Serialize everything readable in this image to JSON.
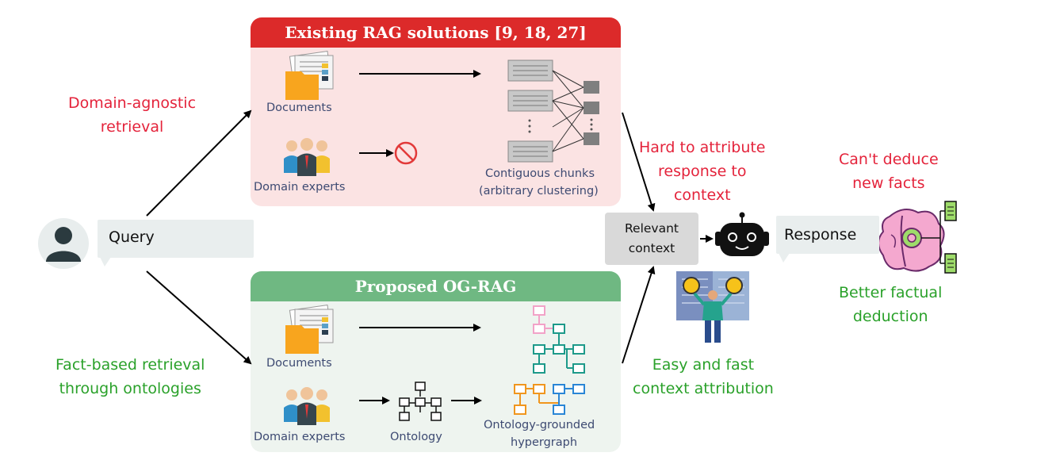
{
  "top_panel": {
    "title": "Existing RAG solutions [9, 18, 27]",
    "documents_label": "Documents",
    "experts_label": "Domain experts",
    "chunks_label_line1": "Contiguous chunks",
    "chunks_label_line2": "(arbitrary clustering)"
  },
  "bottom_panel": {
    "title": "Proposed OG-RAG",
    "documents_label": "Documents",
    "experts_label": "Domain experts",
    "ontology_label": "Ontology",
    "hypergraph_label_line1": "Ontology-grounded",
    "hypergraph_label_line2": "hypergraph"
  },
  "query": {
    "label": "Query"
  },
  "left_annotations": {
    "domain_agnostic_line1": "Domain-agnostic",
    "domain_agnostic_line2": "retrieval",
    "fact_based_line1": "Fact-based retrieval",
    "fact_based_line2": "through ontologies"
  },
  "middle_annotations": {
    "hard_line1": "Hard to attribute",
    "hard_line2": "response to",
    "hard_line3": "context",
    "easy_line1": "Easy and fast",
    "easy_line2": "context attribution"
  },
  "context_box": {
    "line1": "Relevant",
    "line2": "context"
  },
  "response": {
    "label": "Response"
  },
  "right_annotations": {
    "cant_line1": "Can't deduce",
    "cant_line2": "new facts",
    "better_line1": "Better factual",
    "better_line2": "deduction"
  },
  "colors": {
    "negative_red": "#e4233b",
    "positive_green": "#2aa12a",
    "banner_red": "#dc2a2a",
    "banner_green": "#6fb882"
  }
}
